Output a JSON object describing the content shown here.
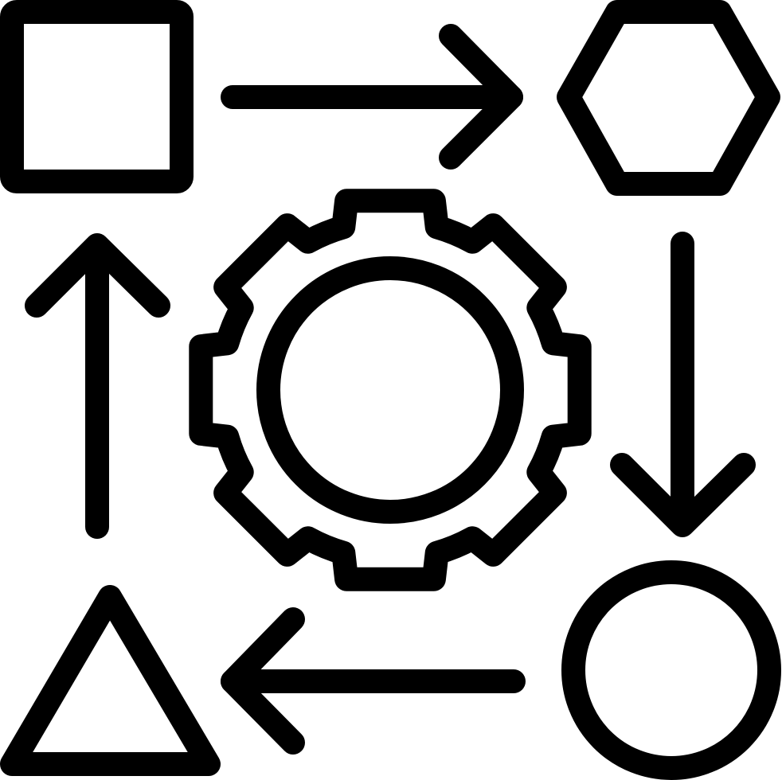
{
  "icon": {
    "name": "workflow-process-icon",
    "stroke_color": "#000000",
    "background": "#ffffff",
    "parts": [
      "square",
      "arrow-right",
      "hexagon",
      "arrow-down",
      "circle",
      "arrow-left",
      "triangle",
      "arrow-up",
      "gear"
    ]
  }
}
